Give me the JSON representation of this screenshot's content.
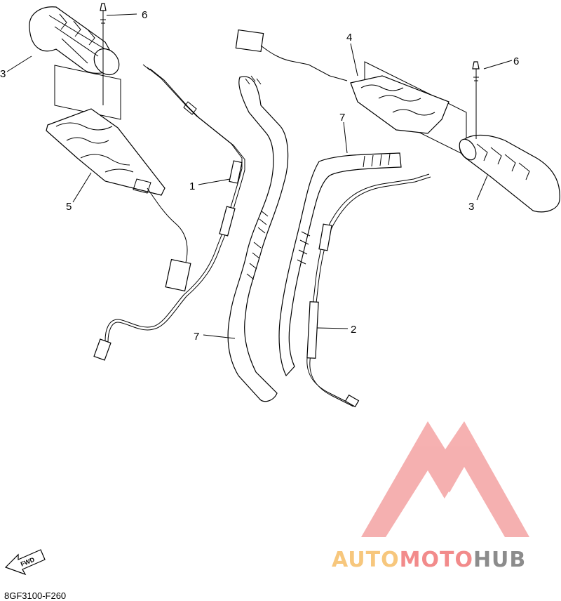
{
  "diagram": {
    "callouts": [
      {
        "id": "c6-left",
        "label": "6"
      },
      {
        "id": "c3-left",
        "label": "3"
      },
      {
        "id": "c5",
        "label": "5"
      },
      {
        "id": "c1",
        "label": "1"
      },
      {
        "id": "c7-bottom",
        "label": "7"
      },
      {
        "id": "c4",
        "label": "4"
      },
      {
        "id": "c6-right",
        "label": "6"
      },
      {
        "id": "c7-top",
        "label": "7"
      },
      {
        "id": "c3-right",
        "label": "3"
      },
      {
        "id": "c2",
        "label": "2"
      }
    ],
    "fwd_label": "FWD",
    "diagram_code": "8GF3100-F260"
  },
  "watermark": {
    "part1": "AUTO",
    "part2": "MOTO",
    "part3": "HUB",
    "colors": {
      "logo": "#f4a3a3",
      "part1": "#f7c77d",
      "part2": "#f28b8b",
      "part3": "#8c8c8c"
    }
  }
}
